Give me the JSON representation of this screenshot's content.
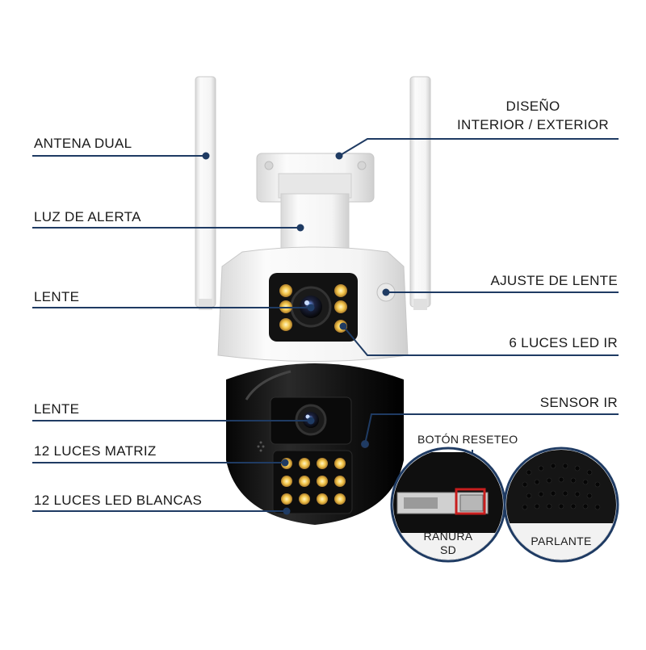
{
  "labels": {
    "antena_dual": "ANTENA DUAL",
    "luz_de_alerta": "LUZ DE ALERTA",
    "lente_top": "LENTE",
    "lente_bottom": "LENTE",
    "luces_matriz": "12 LUCES MATRIZ",
    "luces_blancas": "12 LUCES LED BLANCAS",
    "diseno_line1": "DISEÑO",
    "diseno_line2": "INTERIOR / EXTERIOR",
    "ajuste_lente": "AJUSTE DE LENTE",
    "luces_ir": "6 LUCES LED IR",
    "sensor_ir": "SENSOR IR",
    "boton_reseteo": "BOTÓN RESETEO",
    "ranura_line1": "RANURA",
    "ranura_line2": "SD",
    "parlante": "PARLANTE"
  },
  "colors": {
    "leader_line": "#1f3b63",
    "callout_border": "#1f3b63",
    "reset_box": "#c81e1e",
    "camera_white": "#f2f2f2",
    "camera_black": "#151515",
    "led_warm": "#f3c64a"
  }
}
